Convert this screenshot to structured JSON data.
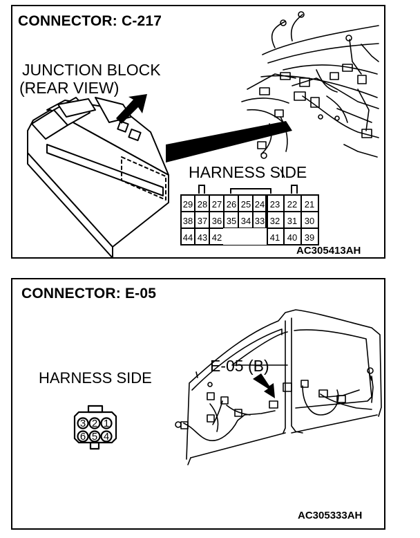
{
  "top": {
    "title": "CONNECTOR: C-217",
    "label_line1": "JUNCTION BLOCK",
    "label_line2": "(REAR VIEW)",
    "harness_label": "HARNESS SIDE",
    "code": "AC305413AH",
    "pins_row1": [
      "29",
      "28",
      "27",
      "26",
      "25",
      "24",
      "23",
      "22",
      "21"
    ],
    "pins_row2": [
      "38",
      "37",
      "36",
      "35",
      "34",
      "33",
      "32",
      "31",
      "30"
    ],
    "pins_row3_left": [
      "44",
      "43",
      "42"
    ],
    "pins_row3_right": [
      "41",
      "40",
      "39"
    ]
  },
  "bottom": {
    "title": "CONNECTOR: E-05",
    "harness_label": "HARNESS SIDE",
    "callout": "E-05 (B)",
    "code": "AC305333AH",
    "pins_row1": [
      "3",
      "2",
      "1"
    ],
    "pins_row2": [
      "6",
      "5",
      "4"
    ]
  }
}
